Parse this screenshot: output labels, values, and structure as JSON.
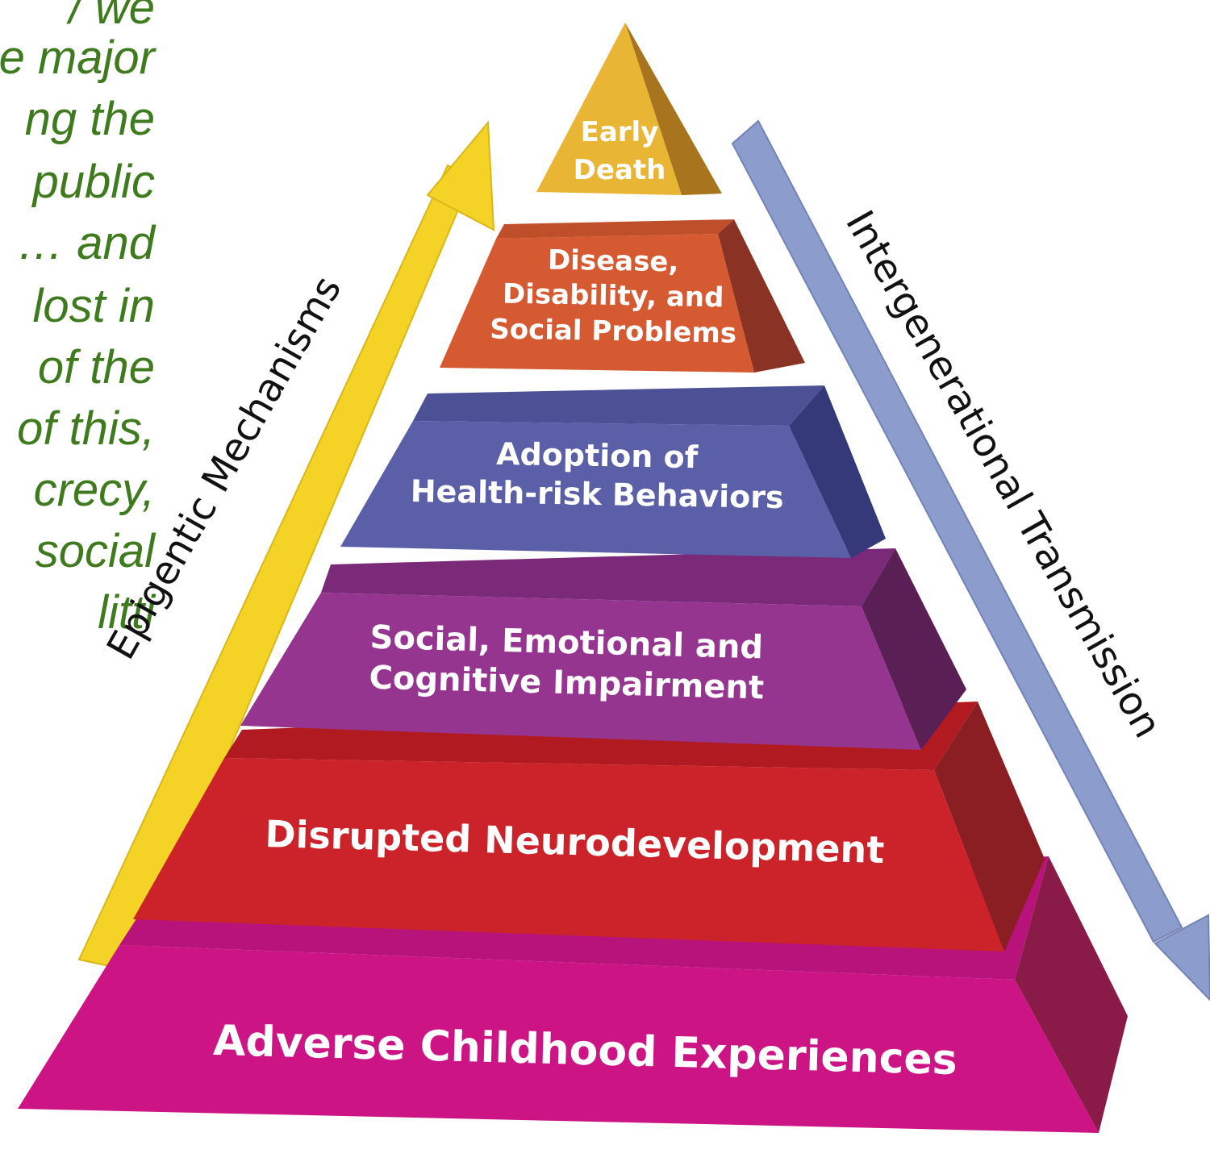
{
  "quote_fragment": {
    "lines": [
      "/ we",
      "e major",
      "ng the",
      "public",
      "… and",
      "lost in",
      "of the",
      "of this,",
      "crecy,",
      "social",
      "litti"
    ]
  },
  "arrows": {
    "left": {
      "label": "Epigentic Mechanisms",
      "color": "#f5d326",
      "direction": "up"
    },
    "right": {
      "label": "Intergenerational Transmission",
      "color": "#8b9ccd",
      "direction": "down"
    }
  },
  "pyramid": {
    "tiers": [
      {
        "lines": [
          "Early",
          "Death"
        ],
        "color": "#e8b534"
      },
      {
        "lines": [
          "Disease,",
          "Disability, and",
          "Social Problems"
        ],
        "color": "#d55a32"
      },
      {
        "lines": [
          "Adoption of",
          "Health-risk Behaviors"
        ],
        "color": "#5a5fa8"
      },
      {
        "lines": [
          "Social, Emotional and",
          "Cognitive Impairment"
        ],
        "color": "#953590"
      },
      {
        "lines": [
          "Disrupted Neurodevelopment"
        ],
        "color": "#cc2229"
      },
      {
        "lines": [
          "Adverse Childhood Experiences"
        ],
        "color": "#cc1485"
      }
    ]
  }
}
